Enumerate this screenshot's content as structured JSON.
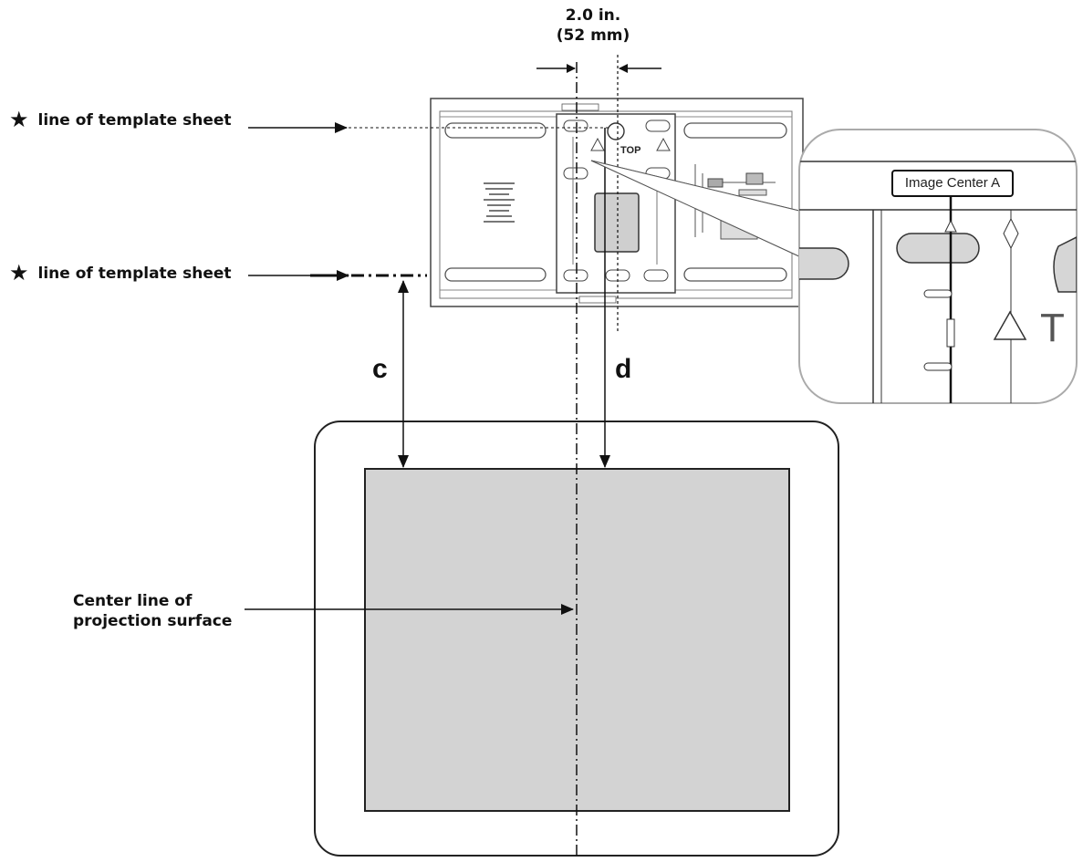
{
  "dimension": {
    "inches": "2.0 in.",
    "mm": "(52 mm)"
  },
  "labels": {
    "template_line_top": "line of template sheet",
    "template_line_bottom": "line of template sheet",
    "center_line_1": "Center line of",
    "center_line_2": "projection surface",
    "distance_c": "c",
    "distance_d": "d"
  },
  "callout": {
    "image_center": "Image Center A",
    "top_text": "T"
  },
  "icons": {
    "marker": "star-icon",
    "arrow": "arrowhead-icon"
  },
  "colors": {
    "projection_surface": "#d3d3d3",
    "lines": "#111111"
  }
}
